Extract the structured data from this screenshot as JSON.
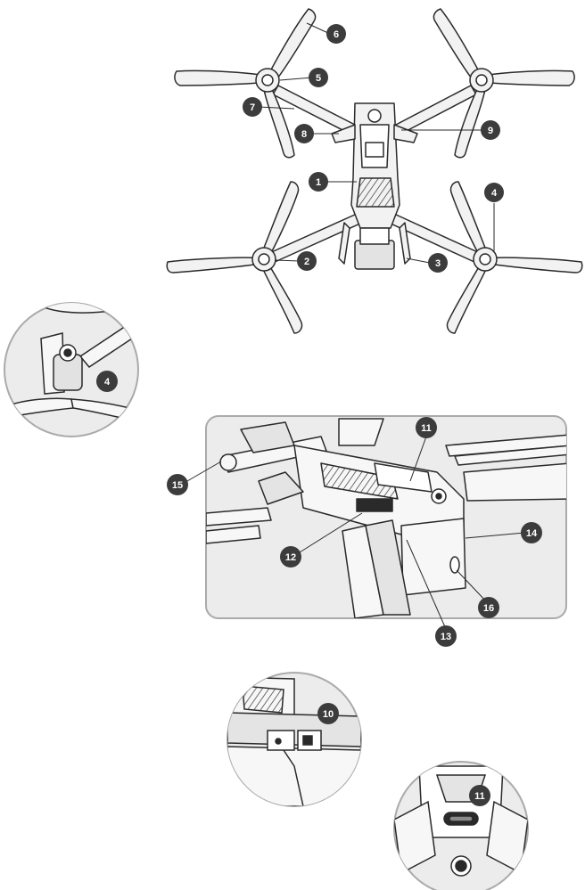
{
  "callouts": {
    "c1": "1",
    "c2": "2",
    "c3": "3",
    "c4": "4",
    "c5": "5",
    "c6": "6",
    "c7": "7",
    "c8": "8",
    "c9": "9",
    "c4b": "4",
    "c10": "10",
    "c11a": "11",
    "c11b": "11",
    "c12": "12",
    "c13": "13",
    "c14": "14",
    "c15": "15",
    "c16": "16"
  },
  "colors": {
    "stroke": "#2a2a2a",
    "fill_light": "#f2f2f2",
    "fill_mid": "#d9d9d9",
    "callout_bg": "#3c3c3c",
    "callout_text": "#ffffff",
    "panel_bg": "#ececec"
  }
}
